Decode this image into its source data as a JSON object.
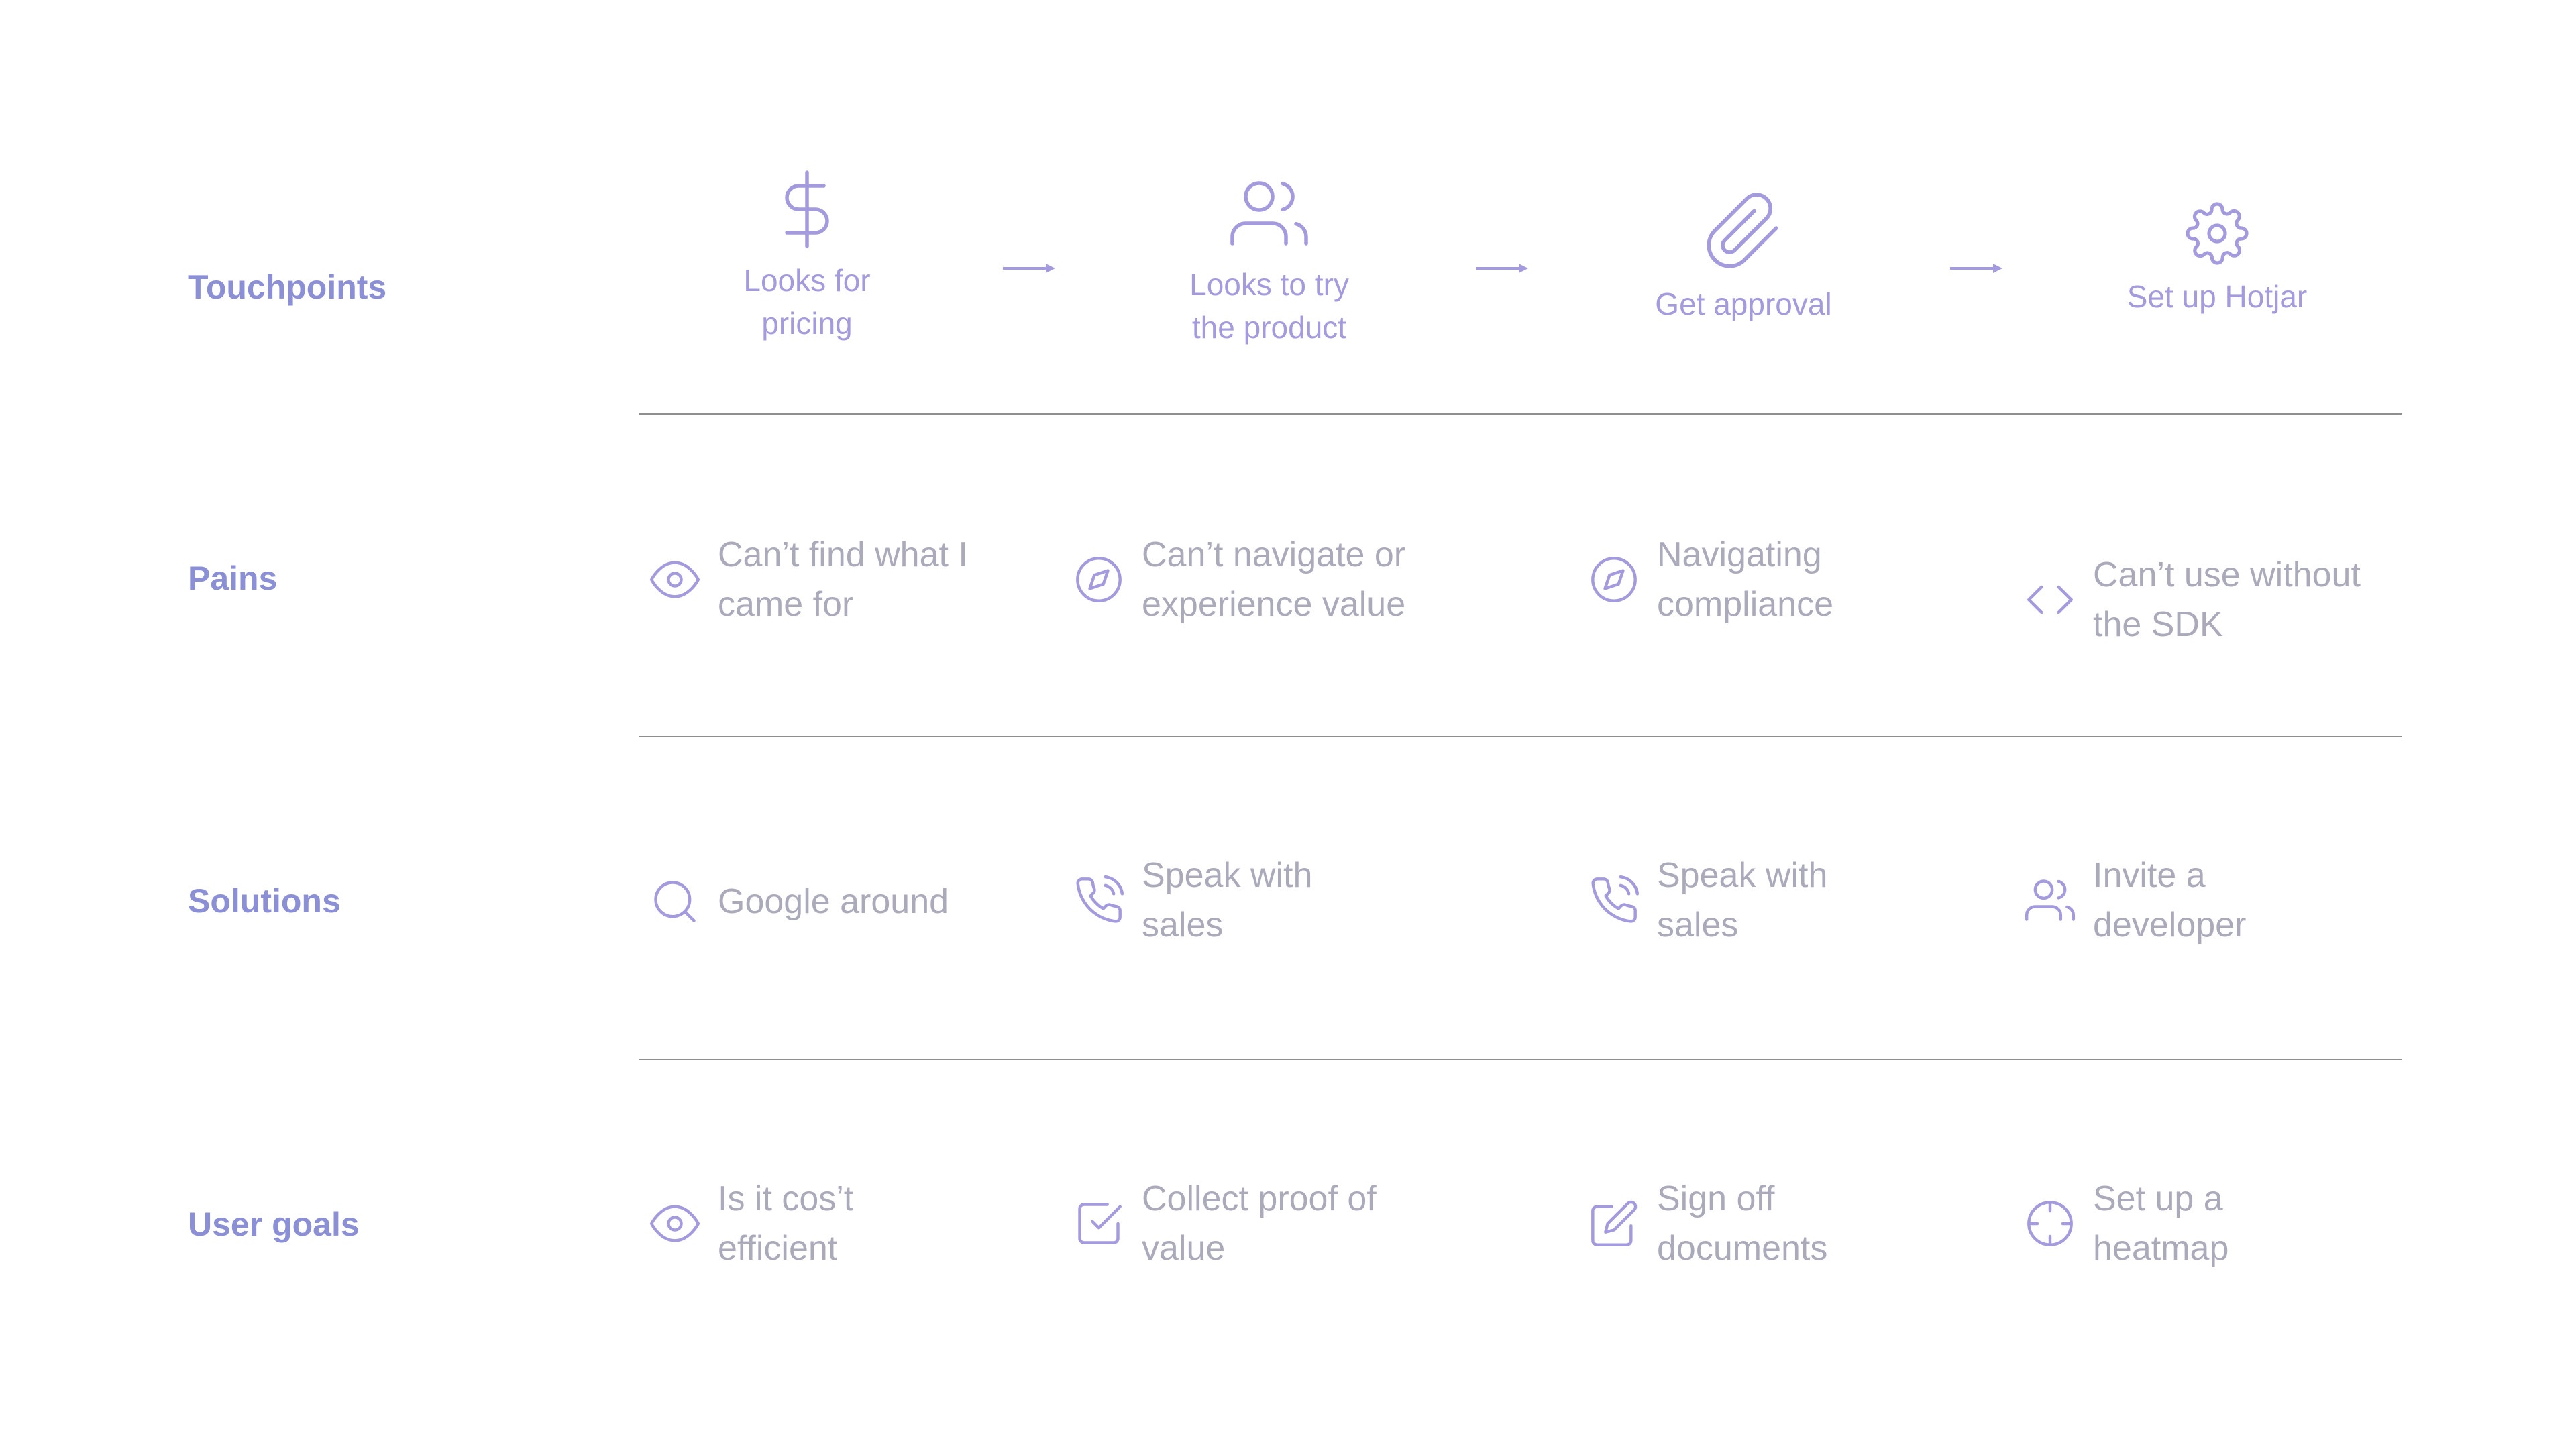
{
  "rows": {
    "touchpoints": "Touchpoints",
    "pains": "Pains",
    "solutions": "Solutions",
    "user_goals": "User goals"
  },
  "touchpoints": [
    {
      "icon": "dollar-icon",
      "label": "Looks for pricing"
    },
    {
      "icon": "users-icon",
      "label": "Looks to try the product"
    },
    {
      "icon": "paperclip-icon",
      "label": "Get approval"
    },
    {
      "icon": "gear-icon",
      "label": "Set up Hotjar"
    }
  ],
  "pains": [
    {
      "icon": "eye-icon",
      "text": "Can’t find what I came for"
    },
    {
      "icon": "compass-icon",
      "text": "Can’t navigate or experience value"
    },
    {
      "icon": "compass-icon",
      "text": "Navigating compliance"
    },
    {
      "icon": "code-icon",
      "text": "Can’t use without the SDK"
    }
  ],
  "solutions": [
    {
      "icon": "search-icon",
      "text": "Google around"
    },
    {
      "icon": "phone-call-icon",
      "text": "Speak with sales"
    },
    {
      "icon": "phone-call-icon",
      "text": "Speak with sales"
    },
    {
      "icon": "users-icon",
      "text": "Invite a developer"
    }
  ],
  "user_goals": [
    {
      "icon": "eye-icon",
      "text": "Is it cos’t efficient"
    },
    {
      "icon": "check-square-icon",
      "text": "Collect proof of value"
    },
    {
      "icon": "edit-icon",
      "text": "Sign off documents"
    },
    {
      "icon": "crosshair-icon",
      "text": "Set up a heatmap"
    }
  ],
  "colors": {
    "label": "#8B8FD6",
    "touchpoint": "#A39BDE",
    "icon": "#A39BDE",
    "text": "#ABAABA",
    "divider": "#8f8f8f"
  }
}
